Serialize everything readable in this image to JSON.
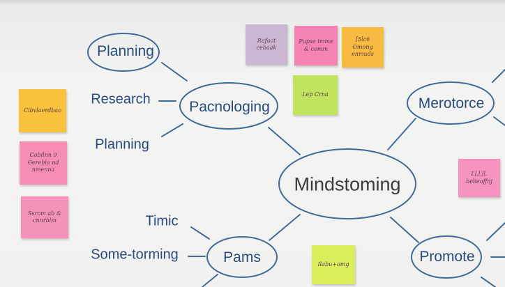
{
  "mindmap": {
    "center": "Mindstoming",
    "nodes": {
      "planning_top": "Planning",
      "pacnologing": "Pacnologing",
      "merotorce": "Merotorce",
      "pams": "Pams",
      "promote": "Promote"
    },
    "labels": {
      "research": "Research",
      "planning": "Planning",
      "timic": "Timic",
      "some_torming": "Some-torming"
    }
  },
  "stickies": [
    {
      "text": "Rafact cebaak",
      "color": "#cbb6d3"
    },
    {
      "text": "Pupse imme & comm",
      "color": "#f583b3"
    },
    {
      "text": "[5lc6 Omong enmuds",
      "color": "#f8bb42"
    },
    {
      "text": "Lep Crna",
      "color": "#c2e35e"
    },
    {
      "text": "Cibvlaerdbao",
      "color": "#f8c23c"
    },
    {
      "text": "Cobilnn 0 Gerebla nd nmenna",
      "color": "#f58db5"
    },
    {
      "text": "Ssrom ab & cnnrblm",
      "color": "#f592ba"
    },
    {
      "text": "Ll.l.ll. bebeoffnj",
      "color": "#f592bd"
    },
    {
      "text": "Ilabu+omg",
      "color": "#dcee5c"
    }
  ]
}
